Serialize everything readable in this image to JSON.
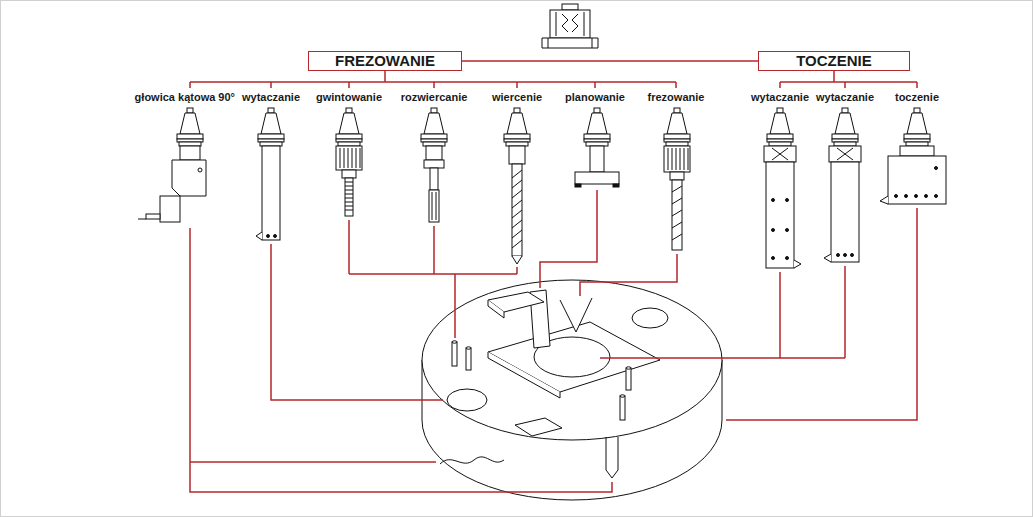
{
  "diagram": {
    "nodes": [
      {
        "text": [
          "FREZOWANIE"
        ]
      },
      {
        "text": [
          "TOCZENIE"
        ]
      }
    ],
    "edges": [
      {
        "from": 0,
        "to": 1,
        "arrow": "none"
      }
    ],
    "labels": [
      "głowica kątowa 90°",
      "wytaczanie",
      "gwintowanie",
      "rozwiercanie",
      "wiercenie",
      "planowanie",
      "frezowanie",
      "wytaczanie",
      "wytaczanie",
      "toczenie"
    ]
  }
}
